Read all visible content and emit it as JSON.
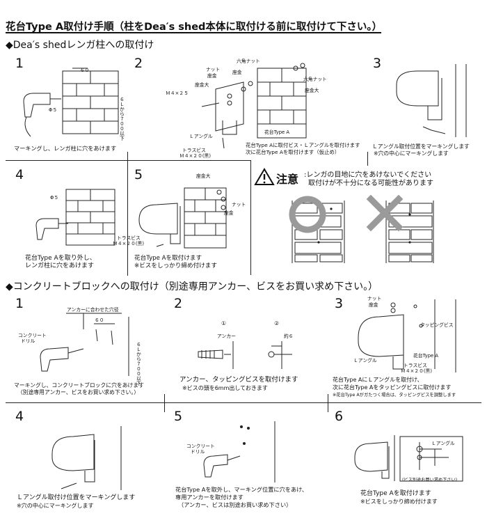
{
  "title": "花台Type A取付け手順（柱をDea′s shed本体に取付ける前に取付けて下さい。）",
  "sections": {
    "brick": {
      "heading": "◆Dea′s shedレンガ柱への取付け",
      "steps": [
        {
          "num": "1",
          "caption": [
            "マーキングし、レンガ柱に穴をあけます"
          ],
          "labels": {
            "dim60": "６０",
            "phi5": "Φ５",
            "dim700": "６Ｌから７００以下"
          }
        },
        {
          "num": "2",
          "caption": [
            "花台Type Aに取付ビス・Ｌアングルを取付けます",
            "次に花台Type Aを取付けます（仮止め）"
          ],
          "labels": {
            "nut": "ナット",
            "washer": "座金",
            "hexnut": "六角ナット",
            "washer2": "座金",
            "hexnut2": "六角ナット",
            "washer_big": "座金大",
            "washer_big2": "座金大",
            "m4": "Ｍ４×２５",
            "angle": "Ｌアングル",
            "truss": "トラスビス",
            "truss_size": "Ｍ４×２０(黒)",
            "type": "花台Type A"
          }
        },
        {
          "num": "3",
          "caption": [
            "Ｌアングル取付位置をマーキングします",
            "※穴の中心にマーキングします"
          ]
        },
        {
          "num": "4",
          "caption": [
            "花台Type Aを取り外し、",
            "レンガ柱に穴をあけます"
          ],
          "labels": {
            "phi5": "Φ５"
          }
        },
        {
          "num": "5",
          "caption": [
            "花台Type Aを取付けます",
            "※ビスをしっかり締め付けます"
          ],
          "labels": {
            "washer_big": "座金大",
            "nut": "ナット",
            "washer": "座金",
            "truss": "トラスビス",
            "truss_size": "Ｍ４×２０(黒)"
          }
        }
      ],
      "warning": {
        "title": "注意",
        "lines": [
          ":レンガの目地に穴をあけないでください",
          "取付けが不十分になる可能性があります"
        ]
      }
    },
    "concrete": {
      "heading": "◆コンクリートブロックへの取付け（別途専用アンカー、ビスをお買い求め下さい。）",
      "steps": [
        {
          "num": "1",
          "caption": [
            "マーキングし、コンクリートブロックに穴をあけます",
            "（別途専用アンカー、ビスをお買い求め下さい。）"
          ],
          "labels": {
            "anchor_hole": "アンカーに合わせた穴径",
            "dim60": "６０",
            "drill": "コンクリート",
            "drill2": "ドリル",
            "dim700": "６Ｌから７００以下"
          }
        },
        {
          "num": "2",
          "caption": [
            "アンカー、タッピングビスを取付けます",
            "※ビスの頭を6mm出しておきます"
          ],
          "labels": {
            "c1": "①",
            "c2": "②",
            "anchor": "アンカー",
            "approx": "約６"
          }
        },
        {
          "num": "3",
          "caption": [
            "花台Type AにＬアングルを取付け、",
            "次に花台Type Aをタッピングビスに取付けます",
            "※花台Type Aがガたつく場合は、タッピングビスを調整します"
          ],
          "labels": {
            "nut": "ナット",
            "washer": "座金",
            "tapping": "タッピングビス",
            "type": "花台Type A",
            "angle": "Ｌアングル",
            "truss": "トラスビス",
            "truss_size": "Ｍ４×２０(黒)"
          }
        },
        {
          "num": "4",
          "caption": [
            "Ｌアングル取付け位置をマーキングします",
            "※穴の中心にマーキングします"
          ]
        },
        {
          "num": "5",
          "caption": [
            "花台Type Aを取外し、マーキング位置に穴をあけ、",
            "専用アンカーを取付けます",
            "（アンカー、ビスは別途お買い求め下さい）"
          ],
          "labels": {
            "drill": "コンクリート",
            "drill2": "ドリル"
          }
        },
        {
          "num": "6",
          "caption": [
            "花台Type Aを取付けます",
            "※ビスをしっかり締め付けます"
          ],
          "labels": {
            "angle": "Ｌアングル",
            "screw_note": "(ビス別途お買い求め下さい)"
          }
        }
      ]
    }
  }
}
